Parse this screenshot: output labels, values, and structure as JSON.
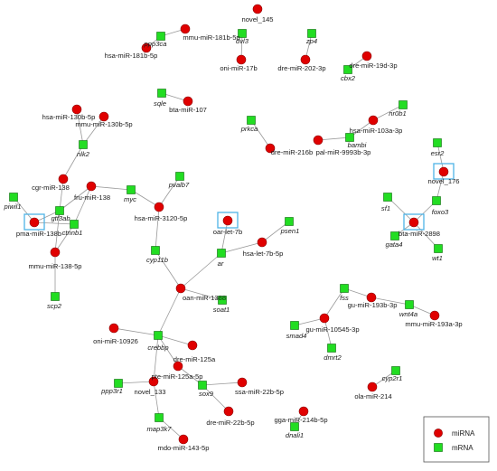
{
  "legend": {
    "mirna_label": "miRNA",
    "mrna_label": "mRNA"
  },
  "colors": {
    "mirna": "#e00000",
    "mrna": "#22dd22",
    "edge": "#999999",
    "highlight": "#4fb3e6"
  },
  "nodes": [
    {
      "id": "novel_145",
      "type": "miRNA",
      "label": "novel_145"
    },
    {
      "id": "dvl3",
      "type": "mRNA",
      "label": "dvl3"
    },
    {
      "id": "oni-miR-17b",
      "type": "miRNA",
      "label": "oni-miR-17b"
    },
    {
      "id": "zp4",
      "type": "mRNA",
      "label": "zp4"
    },
    {
      "id": "dre-miR-202-3p",
      "type": "miRNA",
      "label": "dre-miR-202-3p"
    },
    {
      "id": "dre-miR-19d-3p",
      "type": "miRNA",
      "label": "dre-miR-19d-3p"
    },
    {
      "id": "cbx2",
      "type": "mRNA",
      "label": "cbx2"
    },
    {
      "id": "ppp3ca",
      "type": "mRNA",
      "label": "ppp3ca"
    },
    {
      "id": "mmu-miR-181b-5p",
      "type": "miRNA",
      "label": "mmu-miR-181b-5p"
    },
    {
      "id": "hsa-miR-181b-5p",
      "type": "miRNA",
      "label": "hsa-miR-181b-5p"
    },
    {
      "id": "sqle",
      "type": "mRNA",
      "label": "sqle"
    },
    {
      "id": "bta-miR-107",
      "type": "miRNA",
      "label": "bta-miR-107"
    },
    {
      "id": "hsa-miR-130b-5p",
      "type": "miRNA",
      "label": "hsa-miR-130b-5p"
    },
    {
      "id": "mmu-miR-130b-5p",
      "type": "miRNA",
      "label": "mmu-miR-130b-5p"
    },
    {
      "id": "nlk2",
      "type": "mRNA",
      "label": "nlk2"
    },
    {
      "id": "prkca",
      "type": "mRNA",
      "label": "prkca"
    },
    {
      "id": "dre-miR-216b",
      "type": "miRNA",
      "label": "dre-miR-216b"
    },
    {
      "id": "pal-miR-9993b-3p",
      "type": "miRNA",
      "label": "pal-miR-9993b-3p"
    },
    {
      "id": "bambi",
      "type": "mRNA",
      "label": "bambi"
    },
    {
      "id": "nr0b1",
      "type": "mRNA",
      "label": "nr0b1"
    },
    {
      "id": "hsa-miR-103a-3p",
      "type": "miRNA",
      "label": "hsa-miR-103a-3p"
    },
    {
      "id": "cgr-miR-138",
      "type": "miRNA",
      "label": "cgr-miR-138"
    },
    {
      "id": "fru-miR-138",
      "type": "miRNA",
      "label": "fru-miR-138"
    },
    {
      "id": "myc",
      "type": "mRNA",
      "label": "myc"
    },
    {
      "id": "pvalb7",
      "type": "mRNA",
      "label": "pvalb7"
    },
    {
      "id": "hsa-miR-3120-5p",
      "type": "miRNA",
      "label": "hsa-miR-3120-5p"
    },
    {
      "id": "piwil1",
      "type": "mRNA",
      "label": "piwil1"
    },
    {
      "id": "gtf3ab",
      "type": "mRNA",
      "label": "gtf3ab"
    },
    {
      "id": "ctnnb1",
      "type": "mRNA",
      "label": "ctnnb1"
    },
    {
      "id": "pma-miR-138b",
      "type": "miRNA",
      "label": "pma-miR-138b",
      "highlight": true
    },
    {
      "id": "mmu-miR-138-5p",
      "type": "miRNA",
      "label": "mmu-miR-138-5p"
    },
    {
      "id": "scp2",
      "type": "mRNA",
      "label": "scp2"
    },
    {
      "id": "esr2",
      "type": "mRNA",
      "label": "esr2"
    },
    {
      "id": "novel_176",
      "type": "miRNA",
      "label": "novel_176",
      "highlight": true
    },
    {
      "id": "sf1",
      "type": "mRNA",
      "label": "sf1"
    },
    {
      "id": "foxo3",
      "type": "mRNA",
      "label": "foxo3"
    },
    {
      "id": "bta-miR-2898",
      "type": "miRNA",
      "label": "bta-miR-2898",
      "highlight": true
    },
    {
      "id": "gata4",
      "type": "mRNA",
      "label": "gata4"
    },
    {
      "id": "wt1",
      "type": "mRNA",
      "label": "wt1"
    },
    {
      "id": "oar-let-7b",
      "type": "miRNA",
      "label": "oar-let-7b",
      "highlight": true
    },
    {
      "id": "psen1",
      "type": "mRNA",
      "label": "psen1"
    },
    {
      "id": "hsa-let-7b-5p",
      "type": "miRNA",
      "label": "hsa-let-7b-5p"
    },
    {
      "id": "ar",
      "type": "mRNA",
      "label": "ar"
    },
    {
      "id": "cyp11b",
      "type": "mRNA",
      "label": "cyp11b"
    },
    {
      "id": "oan-miR-1388",
      "type": "miRNA",
      "label": "oan-miR-1388"
    },
    {
      "id": "soat1",
      "type": "mRNA",
      "label": "soat1"
    },
    {
      "id": "fss",
      "type": "mRNA",
      "label": "fss"
    },
    {
      "id": "gu-miR-193b-3p",
      "type": "miRNA",
      "label": "gu-miR-193b-3p"
    },
    {
      "id": "wnt4a",
      "type": "mRNA",
      "label": "wnt4a"
    },
    {
      "id": "mmu-miR-193a-3p",
      "type": "miRNA",
      "label": "mmu-miR-193a-3p"
    },
    {
      "id": "smad4",
      "type": "mRNA",
      "label": "smad4"
    },
    {
      "id": "gu-miR-10545-3p",
      "type": "miRNA",
      "label": "gu-miR-10545-3p"
    },
    {
      "id": "dmrt2",
      "type": "mRNA",
      "label": "dmrt2"
    },
    {
      "id": "oni-miR-10926",
      "type": "miRNA",
      "label": "oni-miR-10926"
    },
    {
      "id": "crebbp",
      "type": "mRNA",
      "label": "crebbp"
    },
    {
      "id": "dre-miR-125a",
      "type": "miRNA",
      "label": "dre-miR-125a"
    },
    {
      "id": "pte-miR-125a-5p",
      "type": "miRNA",
      "label": "pte-miR-125a-5p"
    },
    {
      "id": "ppp3r1",
      "type": "mRNA",
      "label": "ppp3r1"
    },
    {
      "id": "novel_133",
      "type": "miRNA",
      "label": "novel_133"
    },
    {
      "id": "sox9",
      "type": "mRNA",
      "label": "sox9"
    },
    {
      "id": "ssa-miR-22b-5p",
      "type": "miRNA",
      "label": "ssa-miR-22b-5p"
    },
    {
      "id": "dre-miR-22b-5p",
      "type": "miRNA",
      "label": "dre-miR-22b-5p"
    },
    {
      "id": "map3k7",
      "type": "mRNA",
      "label": "map3k7"
    },
    {
      "id": "mdo-miR-143-5p",
      "type": "miRNA",
      "label": "mdo-miR-143-5p"
    },
    {
      "id": "cyp2r1",
      "type": "mRNA",
      "label": "cyp2r1"
    },
    {
      "id": "ola-miR-214",
      "type": "miRNA",
      "label": "ola-miR-214"
    },
    {
      "id": "gga-miR-214b-5p",
      "type": "miRNA",
      "label": "gga-miR-214b-5p"
    },
    {
      "id": "dnali1",
      "type": "mRNA",
      "label": "dnali1"
    }
  ],
  "edges": [
    [
      "dvl3",
      "oni-miR-17b"
    ],
    [
      "zp4",
      "dre-miR-202-3p"
    ],
    [
      "cbx2",
      "dre-miR-19d-3p"
    ],
    [
      "ppp3ca",
      "mmu-miR-181b-5p"
    ],
    [
      "ppp3ca",
      "hsa-miR-181b-5p"
    ],
    [
      "sqle",
      "bta-miR-107"
    ],
    [
      "nlk2",
      "hsa-miR-130b-5p"
    ],
    [
      "nlk2",
      "mmu-miR-130b-5p"
    ],
    [
      "nlk2",
      "cgr-miR-138"
    ],
    [
      "prkca",
      "dre-miR-216b"
    ],
    [
      "bambi",
      "pal-miR-9993b-3p"
    ],
    [
      "bambi",
      "hsa-miR-103a-3p"
    ],
    [
      "nr0b1",
      "hsa-miR-103a-3p"
    ],
    [
      "cgr-miR-138",
      "gtf3ab"
    ],
    [
      "fru-miR-138",
      "gtf3ab"
    ],
    [
      "fru-miR-138",
      "myc"
    ],
    [
      "fru-miR-138",
      "ctnnb1"
    ],
    [
      "myc",
      "hsa-miR-3120-5p"
    ],
    [
      "pvalb7",
      "hsa-miR-3120-5p"
    ],
    [
      "hsa-miR-3120-5p",
      "cyp11b"
    ],
    [
      "piwil1",
      "pma-miR-138b"
    ],
    [
      "gtf3ab",
      "pma-miR-138b"
    ],
    [
      "ctnnb1",
      "pma-miR-138b"
    ],
    [
      "ctnnb1",
      "mmu-miR-138-5p"
    ],
    [
      "gtf3ab",
      "mmu-miR-138-5p"
    ],
    [
      "mmu-miR-138-5p",
      "scp2"
    ],
    [
      "esr2",
      "novel_176"
    ],
    [
      "novel_176",
      "foxo3"
    ],
    [
      "sf1",
      "bta-miR-2898"
    ],
    [
      "foxo3",
      "bta-miR-2898"
    ],
    [
      "gata4",
      "bta-miR-2898"
    ],
    [
      "wt1",
      "bta-miR-2898"
    ],
    [
      "oar-let-7b",
      "ar"
    ],
    [
      "psen1",
      "hsa-let-7b-5p"
    ],
    [
      "hsa-let-7b-5p",
      "ar"
    ],
    [
      "ar",
      "oan-miR-1388"
    ],
    [
      "cyp11b",
      "oan-miR-1388"
    ],
    [
      "oan-miR-1388",
      "soat1"
    ],
    [
      "oan-miR-1388",
      "crebbp"
    ],
    [
      "fss",
      "gu-miR-193b-3p"
    ],
    [
      "fss",
      "gu-miR-10545-3p"
    ],
    [
      "wnt4a",
      "gu-miR-193b-3p"
    ],
    [
      "wnt4a",
      "mmu-miR-193a-3p"
    ],
    [
      "smad4",
      "gu-miR-10545-3p"
    ],
    [
      "gu-miR-10545-3p",
      "dmrt2"
    ],
    [
      "oni-miR-10926",
      "crebbp"
    ],
    [
      "crebbp",
      "dre-miR-125a"
    ],
    [
      "crebbp",
      "pte-miR-125a-5p"
    ],
    [
      "crebbp",
      "novel_133"
    ],
    [
      "ppp3r1",
      "novel_133"
    ],
    [
      "novel_133",
      "map3k7"
    ],
    [
      "pte-miR-125a-5p",
      "sox9"
    ],
    [
      "sox9",
      "ssa-miR-22b-5p"
    ],
    [
      "sox9",
      "dre-miR-22b-5p"
    ],
    [
      "map3k7",
      "mdo-miR-143-5p"
    ],
    [
      "cyp2r1",
      "ola-miR-214"
    ],
    [
      "dnali1",
      "gga-miR-214b-5p"
    ]
  ]
}
